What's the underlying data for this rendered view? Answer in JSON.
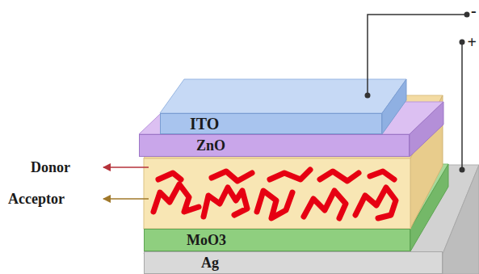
{
  "diagram": {
    "nodes": [
      {
        "text": [
          "ITO"
        ]
      },
      {
        "text": [
          "ZnO"
        ]
      },
      {
        "text": [
          "MoO3"
        ]
      },
      {
        "text": [
          "Ag"
        ]
      }
    ],
    "labels": [
      "Donor",
      "Acceptor",
      "-",
      "+"
    ]
  }
}
